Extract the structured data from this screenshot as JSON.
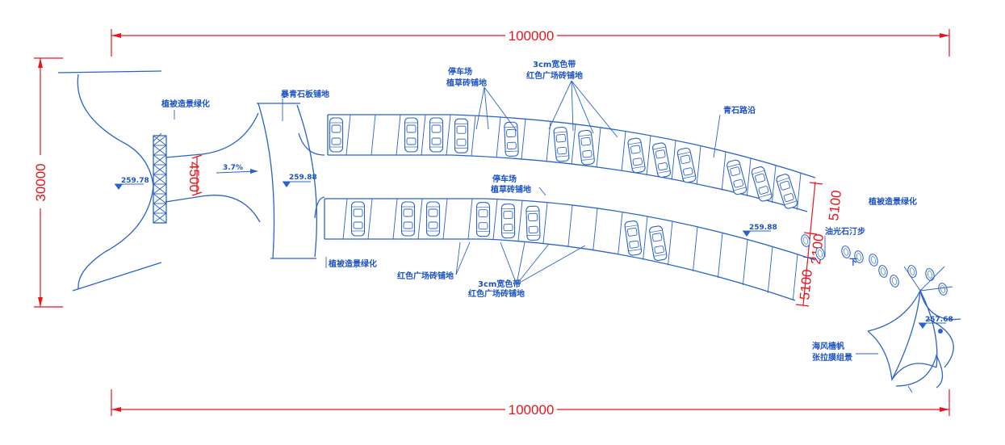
{
  "dimensions": {
    "top_width": "100000",
    "bottom_width": "100000",
    "left_height": "30000",
    "entrance_width": "4500",
    "stall_upper": "5100",
    "stall_mid": "2100",
    "stall_lower": "5100"
  },
  "labels": {
    "planting_upper_left": "植被造景绿化",
    "stone_paving": "暴青石板铺地",
    "parking_upper_line1": "停车场",
    "parking_upper_line2": "植草砖铺地",
    "red_band_upper_line1": "3cm宽色带",
    "red_band_upper_line2": "红色广场砖铺地",
    "curb": "青石路沿",
    "parking_lower_line1": "停车场",
    "parking_lower_line2": "植草砖铺地",
    "planting_right": "植被造景绿化",
    "stepping_stones": "油光石汀步",
    "down_marker": "下",
    "planting_lower": "植被造景绿化",
    "red_band_lower": "红色广场砖铺地",
    "red_band_lower2_line1": "3cm宽色带",
    "red_band_lower2_line2": "红色广场砖铺地",
    "sail_line1": "海风樯帆",
    "sail_line2": "张拉膜组景",
    "slope": "3.7%"
  },
  "elevations": {
    "left": "259.78",
    "road": "259.88",
    "lot": "259.88",
    "plaza": "257.68"
  },
  "colors": {
    "linework": "#2a62c9",
    "dimension": "#e8141c",
    "background": "#ffffff"
  }
}
